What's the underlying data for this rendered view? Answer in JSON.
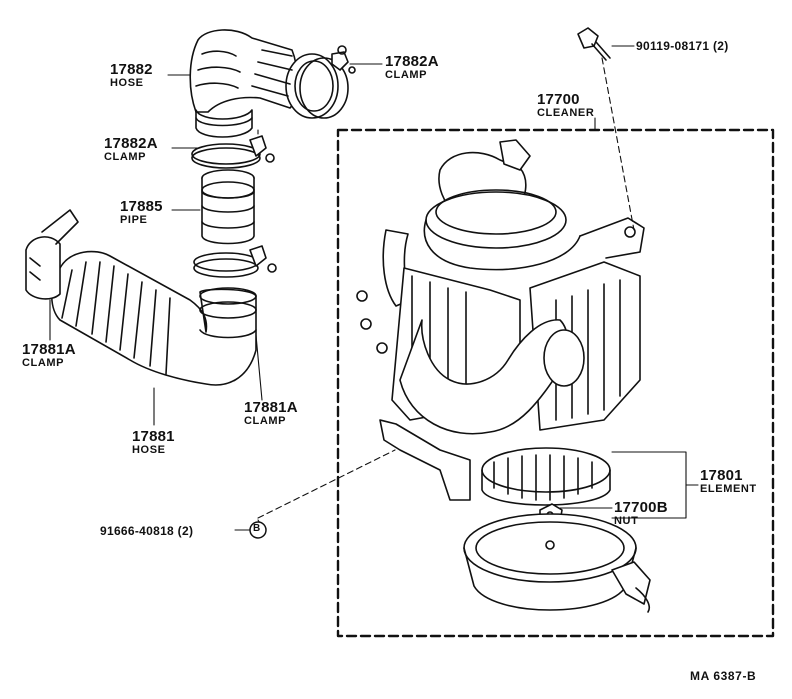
{
  "callouts": {
    "hose_17882": {
      "number": "17882",
      "name": "HOSE"
    },
    "clamp_17882a_top": {
      "number": "17882A",
      "name": "CLAMP"
    },
    "clamp_17882a_mid": {
      "number": "17882A",
      "name": "CLAMP"
    },
    "pipe_17885": {
      "number": "17885",
      "name": "PIPE"
    },
    "clamp_17881a_left": {
      "number": "17881A",
      "name": "CLAMP"
    },
    "hose_17881": {
      "number": "17881",
      "name": "HOSE"
    },
    "clamp_17881a_right": {
      "number": "17881A",
      "name": "CLAMP"
    },
    "cleaner_17700": {
      "number": "17700",
      "name": "CLEANER"
    },
    "element_17801": {
      "number": "17801",
      "name": "ELEMENT"
    },
    "nut_17700b": {
      "number": "17700B",
      "name": "NUT"
    },
    "bolt_90119": {
      "part_number": "90119-08171 (2)"
    },
    "bolt_91666": {
      "part_number": "91666-40818 (2)",
      "marker": "B"
    }
  },
  "drawing_code": "MA  6387-B"
}
